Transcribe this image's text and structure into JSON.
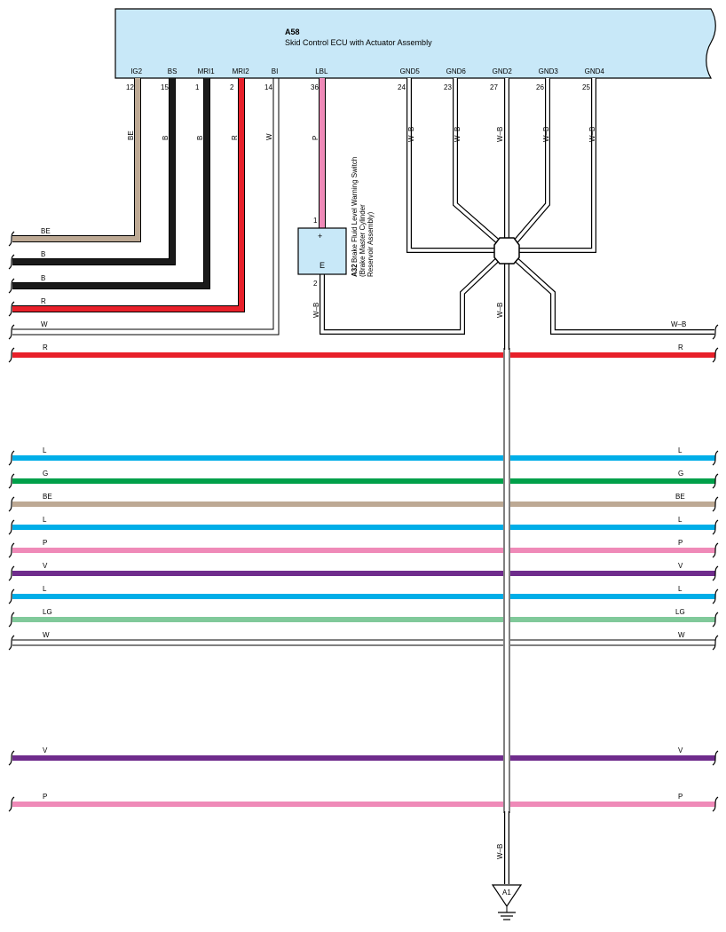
{
  "ecu": {
    "code": "A58",
    "name": "Skid Control ECU with Actuator Assembly",
    "pins": [
      {
        "name": "IG2",
        "num": "12",
        "color": "BE",
        "hex": "#bda994"
      },
      {
        "name": "BS",
        "num": "15",
        "color": "B",
        "hex": "#1a1a1a"
      },
      {
        "name": "MRI1",
        "num": "1",
        "color": "B",
        "hex": "#1a1a1a"
      },
      {
        "name": "MRI2",
        "num": "2",
        "color": "R",
        "hex": "#e8202a"
      },
      {
        "name": "BI",
        "num": "14",
        "color": "W",
        "hex": "#ffffff"
      },
      {
        "name": "LBL",
        "num": "36",
        "color": "P",
        "hex": "#ef8ab8"
      },
      {
        "name": "GND5",
        "num": "24",
        "color": "W–B",
        "hex": "#ffffff"
      },
      {
        "name": "GND6",
        "num": "23",
        "color": "W–B",
        "hex": "#ffffff"
      },
      {
        "name": "GND2",
        "num": "27",
        "color": "W–B",
        "hex": "#ffffff"
      },
      {
        "name": "GND3",
        "num": "26",
        "color": "W–B",
        "hex": "#ffffff"
      },
      {
        "name": "GND4",
        "num": "25",
        "color": "W–B",
        "hex": "#ffffff"
      }
    ]
  },
  "switch": {
    "code": "A32",
    "name_line1": "Brake Fluid Level Warning Switch",
    "name_line2": "(Brake Master Cylinder",
    "name_line3": "Reservoir Assembly)",
    "plus": "+",
    "e": "E",
    "pin1": "1",
    "pin2": "2",
    "wire_color": "W–B"
  },
  "ground": {
    "code": "A1",
    "wire_color": "W–B",
    "splice_wire_color": "W–B"
  },
  "left_wires": [
    {
      "label": "BE",
      "hex": "#bda994"
    },
    {
      "label": "B",
      "hex": "#1a1a1a"
    },
    {
      "label": "B",
      "hex": "#1a1a1a"
    },
    {
      "label": "R",
      "hex": "#e8202a"
    },
    {
      "label": "W",
      "hex": "#ffffff"
    }
  ],
  "right_wb_label": "W–B",
  "through_wires": [
    {
      "label": "R",
      "hex": "#e8202a"
    },
    {
      "label": "L",
      "hex": "#00aee8"
    },
    {
      "label": "G",
      "hex": "#00a04a"
    },
    {
      "label": "BE",
      "hex": "#bda994"
    },
    {
      "label": "L",
      "hex": "#00aee8"
    },
    {
      "label": "P",
      "hex": "#ef8ab8"
    },
    {
      "label": "V",
      "hex": "#6f2c8c"
    },
    {
      "label": "L",
      "hex": "#00aee8"
    },
    {
      "label": "LG",
      "hex": "#80c99a"
    },
    {
      "label": "W",
      "hex": "#ffffff"
    },
    {
      "label": "V",
      "hex": "#6f2c8c"
    },
    {
      "label": "P",
      "hex": "#ef8ab8"
    }
  ],
  "colors": {
    "ecu_fill": "#c8e8f8",
    "switch_fill": "#c8e8f8"
  }
}
